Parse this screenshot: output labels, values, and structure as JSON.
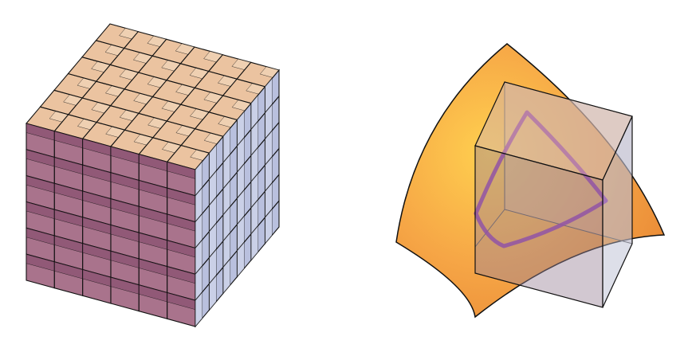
{
  "figure": {
    "panels": [
      {
        "name": "subdivided-cube",
        "description_visible_text": "",
        "grid_divisions": 6
      },
      {
        "name": "rounded-triangle-with-cube"
      }
    ]
  },
  "colors": {
    "top_face": "#e8b98f",
    "front_face": "#9a5a78",
    "side_face": "#a7b0d6",
    "edge": "#111111",
    "surface_light": "#ffcc4d",
    "surface_dark": "#e98a36",
    "cube_overlay": "#b9a6b8",
    "curve": "#8a2bb0"
  }
}
